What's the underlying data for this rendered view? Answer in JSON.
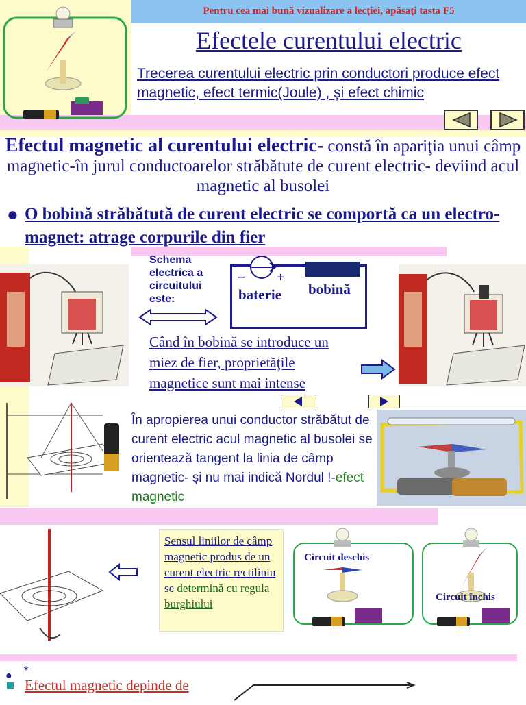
{
  "header": {
    "hint": "Pentru cea mai bună vizualizare a lecției, apăsați tasta  F5",
    "title": "Efectele curentului electric",
    "intro": " Trecerea  curentului electric prin conductori produce efect magnetic, efect termic(Joule) , şi efect chimic"
  },
  "magnetic": {
    "head_bold": "Efectul magnetic al curentului electric-",
    "head_rest": " constă în apariţia unui câmp magnetic-în jurul conductoarelor străbătute de curent electric- deviind acul magnetic al busolei",
    "bullet": "O bobină străbătută de curent electric se comportă ca un electro-magnet: atrage corpurile din fier"
  },
  "schema": {
    "label": "Schema electrica a circuitului este:",
    "battery_label": "baterie",
    "coil_label": "bobină",
    "minus": "−",
    "plus": "+"
  },
  "coil_text": "Când în bobină se introduce un miez de fier, proprietăţile magnetice sunt mai intense",
  "conductor": {
    "text": "În apropierea unui conductor străbătut de curent electric acul magnetic al busolei se orientează tangent la linia de câmp magnetic- şi nu mai indică Nordul !-",
    "highlight": "efect magnetic"
  },
  "rule": {
    "part1": "Sensul liniilor de câmp magnetic produs de un curent electric rectiliniu se ",
    "part2": "determină cu regula burghiului"
  },
  "circuits": {
    "open": "Circuit deschis",
    "closed": "Circuit închis"
  },
  "bottom": {
    "star": "*",
    "text": "Efectul magnetic depinde de"
  },
  "colors": {
    "title_blue": "#1a1a8c",
    "hint_red": "#e0201e",
    "hint_bg": "#8cc3f0",
    "band_pink": "#f9c8f0",
    "band_yellow": "#fdfbc9"
  }
}
